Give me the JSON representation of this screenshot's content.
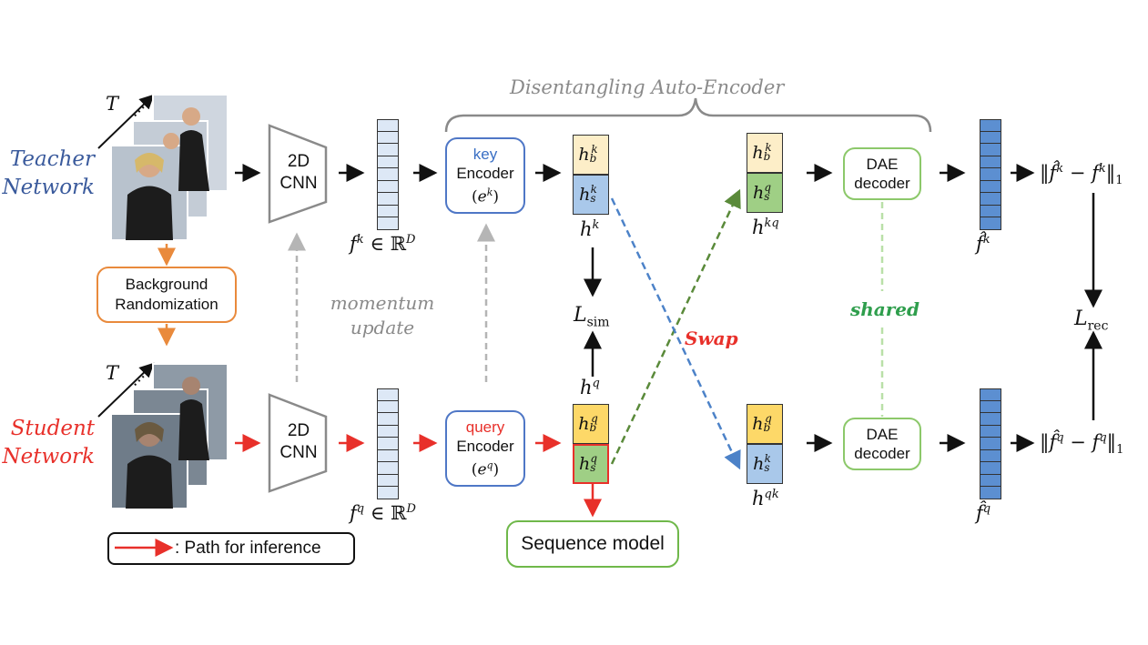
{
  "title_dae": "Disentangling Auto-Encoder",
  "teacher": {
    "line1": "Teacher",
    "line2": "Network"
  },
  "student": {
    "line1": "Student",
    "line2": "Network"
  },
  "time_symbol": "T",
  "bg_random": {
    "line1": "Background",
    "line2": "Randomization"
  },
  "cnn": {
    "line1": "2D",
    "line2": "CNN"
  },
  "momentum": {
    "line1": "momentum",
    "line2": "update"
  },
  "key_encoder": {
    "tag": "key",
    "label": "Encoder",
    "param": "e",
    "param_sup": "k"
  },
  "query_encoder": {
    "tag": "query",
    "label": "Encoder",
    "param": "e",
    "param_sup": "q"
  },
  "feat_k": {
    "sym": "f",
    "sup": "k",
    "rest": "∈ ℝ",
    "rest_sup": "D"
  },
  "feat_q": {
    "sym": "f",
    "sup": "q",
    "rest": "∈ ℝ",
    "rest_sup": "D"
  },
  "h_labels": {
    "hk": "h",
    "hk_sup": "k",
    "hq": "h",
    "hq_sup": "q",
    "hkq": "h",
    "hkq_sup": "kq",
    "hqk": "h",
    "hqk_sup": "qk"
  },
  "loss_sim": {
    "sym": "L",
    "sub": "sim"
  },
  "loss_rec": {
    "sym": "L",
    "sub": "rec"
  },
  "swap": "Swap",
  "shared": "shared",
  "dae_decoder": {
    "line1": "DAE",
    "line2": "decoder"
  },
  "recon_k": {
    "hat": "f̂",
    "sup": "k"
  },
  "recon_q": {
    "hat": "f̂",
    "sup": "q"
  },
  "norm_k": "‖f̂ᵏ − fᵏ‖₁",
  "norm_q": "‖f̂^q − f^q‖₁",
  "sequence_model": "Sequence model",
  "legend": ": Path for inference",
  "colors": {
    "teacher": "#3a5a9c",
    "student": "#e8302a",
    "orange": "#e98a3c",
    "green_box": "#8cc86a",
    "blue_box": "#4f77c6",
    "swap_green": "#5a8a3a",
    "swap_blue": "#4c82c8",
    "shared": "#2e9e4c",
    "gray": "#8a8a8a"
  }
}
